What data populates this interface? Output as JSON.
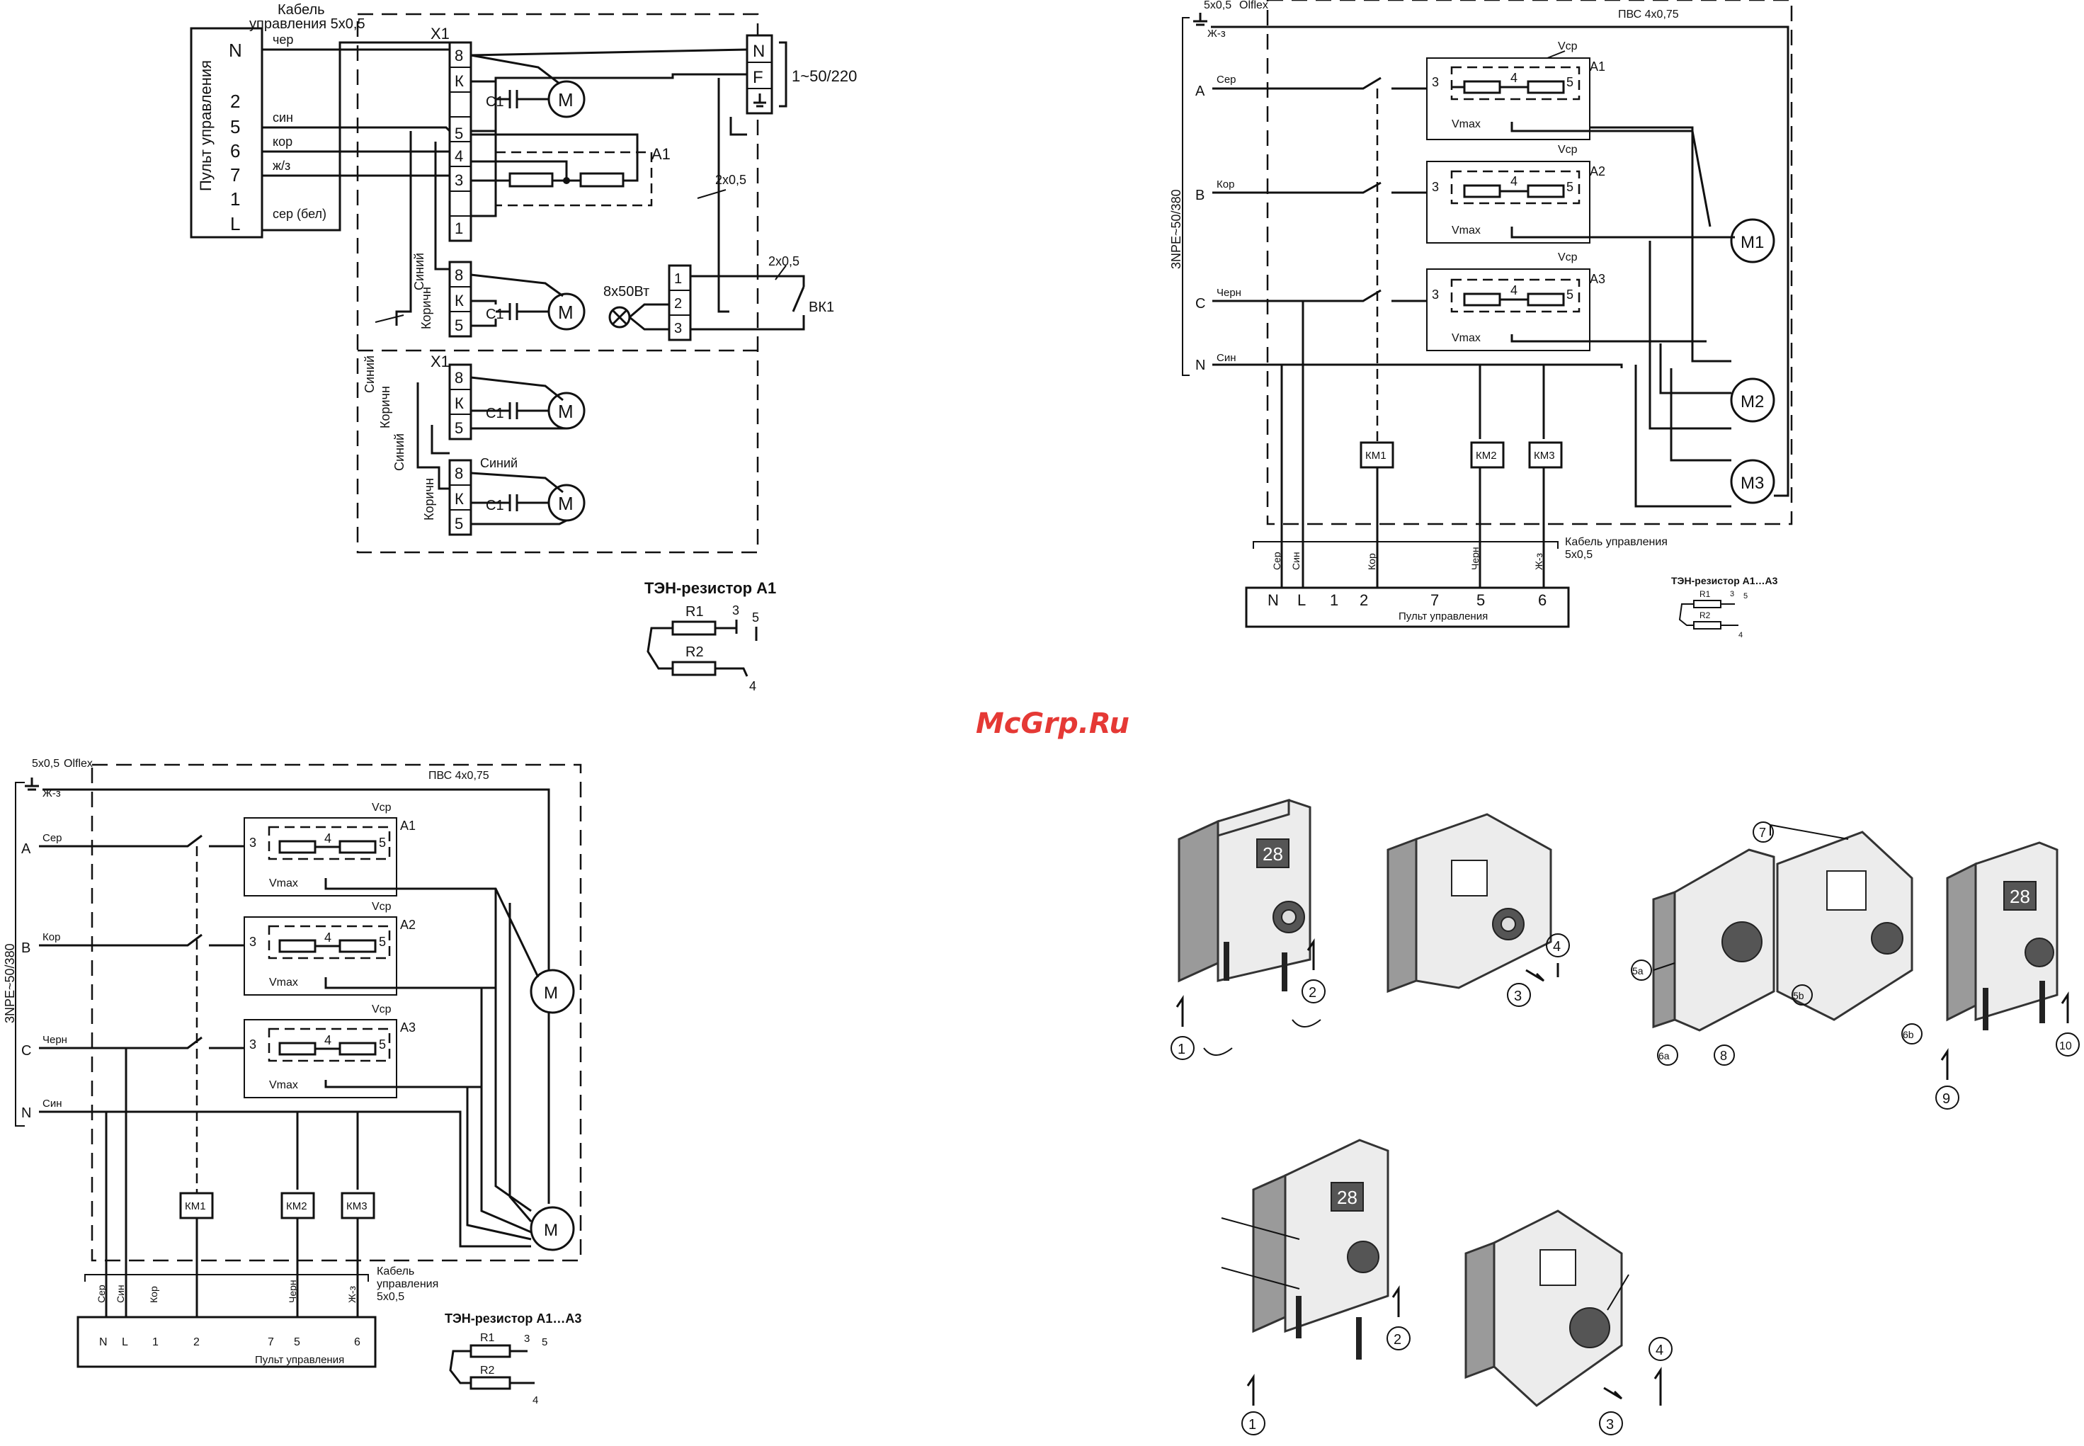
{
  "watermark": "McGrp.Ru",
  "diagram1": {
    "cable_label_1": "Кабель",
    "cable_label_2": "управления 5х0,5",
    "panel_label": "Пульт управления",
    "terminals": [
      "N",
      "2",
      "5",
      "6",
      "7",
      "1",
      "L"
    ],
    "wire_labels": [
      "чер",
      "син",
      "кор",
      "ж/з",
      "сер (бел)"
    ],
    "x1_label": "X1",
    "x1b_label": "X1",
    "block_pins": [
      "8",
      "К",
      "5",
      "4",
      "3",
      "1"
    ],
    "motor_pins": [
      "8",
      "К",
      "5"
    ],
    "cap_label": "С1",
    "motor_label": "М",
    "supply_pins": [
      "N",
      "F"
    ],
    "supply_label": "1~50/220",
    "heater_label": "A1",
    "wire_2x05_a": "2х0,5",
    "wire_2x05_b": "2х0,5",
    "lamp_label": "8х50Вт",
    "lamp_pins": [
      "1",
      "2",
      "3"
    ],
    "switch_label": "ВК1",
    "wire_blue": "Синий",
    "wire_brown": "Коричн",
    "wire_blue_2": "Синий",
    "wire_brown_2": "Коричн",
    "wire_blue_3": "Синий",
    "wire_brown_3": "Коричн",
    "wire_blue_4": "Синий",
    "resistor_title": "ТЭН-резистор А1",
    "r1": "R1",
    "r2": "R2",
    "pin3": "3",
    "pin5": "5",
    "pin4": "4"
  },
  "diagram2": {
    "cable_top": "5х0,5",
    "olflex": "Olflex",
    "pvs": "ПВС 4х0,75",
    "ground_wire": "Ж-з",
    "supply": "3NPE~50/380",
    "phases": [
      "A",
      "B",
      "C",
      "N"
    ],
    "phase_wires": [
      "Сер",
      "Кор",
      "Черн",
      "Син"
    ],
    "heaters": [
      "A1",
      "A2",
      "A3"
    ],
    "vcp": "Vср",
    "vmax": "Vmax",
    "heater_pins": [
      "3",
      "4",
      "5"
    ],
    "motors": [
      "M1",
      "M2",
      "M3"
    ],
    "contactors": [
      "КМ1",
      "КМ2",
      "КМ3"
    ],
    "panel_label": "Пульт управления",
    "panel_terms": [
      "N",
      "L",
      "1",
      "2",
      "7",
      "5",
      "6"
    ],
    "panel_wires": [
      "Сер",
      "Син",
      "Кор",
      "Черн",
      "Ж-з"
    ],
    "cable_label_1": "Кабель управления",
    "cable_label_2": "5х0,5",
    "resistor_title": "ТЭН-резистор А1…А3",
    "r1": "R1",
    "r2": "R2",
    "pin3": "3",
    "pin5": "5",
    "pin4": "4"
  },
  "diagram3": {
    "cable_top": "5х0,5",
    "olflex": "Olflex",
    "pvs": "ПВС 4х0,75",
    "ground_wire": "Ж-з",
    "supply": "3NPE~50/380",
    "phases": [
      "A",
      "B",
      "C",
      "N"
    ],
    "phase_wires": [
      "Сер",
      "Кор",
      "Черн",
      "Син"
    ],
    "heaters": [
      "A1",
      "A2",
      "A3"
    ],
    "vcp": "Vср",
    "vmax": "Vmax",
    "heater_pins": [
      "3",
      "4",
      "5"
    ],
    "motor_label": "M",
    "contactors": [
      "КМ1",
      "КМ2",
      "КМ3"
    ],
    "panel_label": "Пульт управления",
    "panel_terms": [
      "N",
      "L",
      "1",
      "2",
      "7",
      "5",
      "6"
    ],
    "panel_wires": [
      "Сер",
      "Син",
      "Кор",
      "Черн",
      "Ж-з"
    ],
    "cable_label_1": "Кабель",
    "cable_label_2": "управления",
    "cable_label_3": "5х0,5",
    "resistor_title": "ТЭН-резистор А1…А3",
    "r1": "R1",
    "r2": "R2",
    "pin3": "3",
    "pin5": "5",
    "pin4": "4"
  },
  "assembly": {
    "display_value": "28",
    "steps_top": [
      "1",
      "2",
      "3",
      "4",
      "7",
      "5a",
      "5b",
      "6a",
      "6b",
      "8",
      "9",
      "10"
    ],
    "steps_bottom": [
      "1",
      "2",
      "3",
      "4"
    ]
  }
}
